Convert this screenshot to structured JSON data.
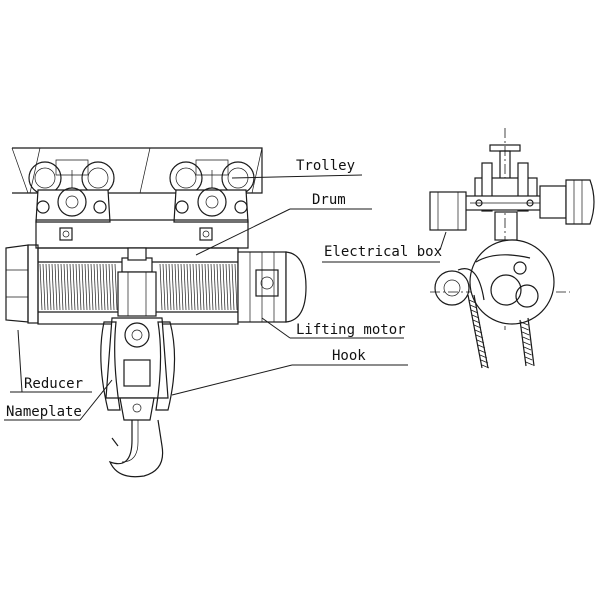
{
  "labels": {
    "trolley": "Trolley",
    "drum": "Drum",
    "electrical_box": "Electrical box",
    "lifting_motor": "Lifting motor",
    "hook": "Hook",
    "reducer": "Reducer",
    "nameplate": "Nameplate"
  },
  "colors": {
    "ink": "#1a1a1a",
    "background": "#ffffff"
  }
}
